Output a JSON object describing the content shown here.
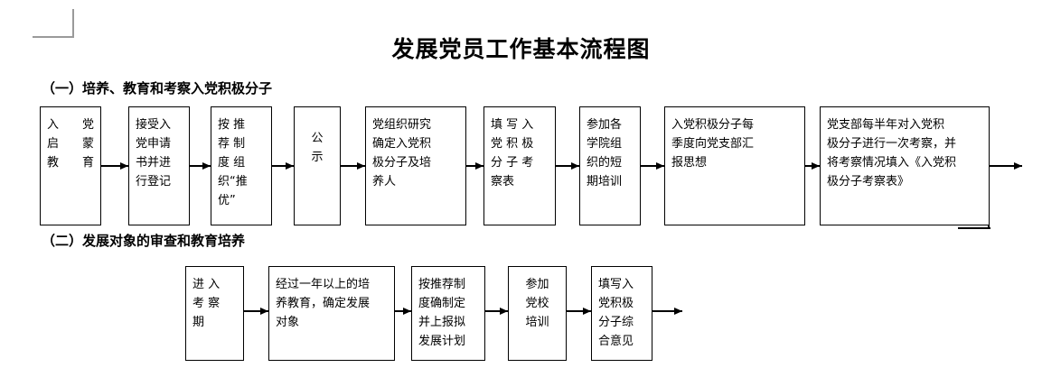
{
  "document": {
    "title": "发展党员工作基本流程图"
  },
  "sections": [
    {
      "heading": "（一）培养、教育和考察入党积极分子",
      "boxes": [
        {
          "text": "入 党\n启 蒙\n教 育",
          "spread": true
        },
        {
          "text": "接受入\n党申请\n书并进\n行登记",
          "spread": false
        },
        {
          "text": "按 推\n荐 制\n度 组\n织“推\n优”",
          "spread": false
        },
        {
          "text": "公\n示",
          "spread": false
        },
        {
          "text": "党组织研究\n确定入党积\n极分子及培\n养人",
          "spread": false
        },
        {
          "text": "填 写 入\n党 积 极\n分 子 考\n察表",
          "spread": false
        },
        {
          "text": "参加各\n学院组\n织的短\n期培训",
          "spread": false
        },
        {
          "text": "入党积极分子每\n季度向党支部汇\n报思想",
          "spread": false
        },
        {
          "text": "党支部每半年对入党积\n极分子进行一次考察，并\n将考察情况填入《入党积\n极分子考察表》",
          "spread": false
        }
      ]
    },
    {
      "heading": "（二）发展对象的审查和教育培养",
      "boxes": [
        {
          "text": "进 入\n考 察\n期",
          "spread": false
        },
        {
          "text": "经过一年以上的培\n养教育，确定发展\n对象",
          "spread": false
        },
        {
          "text": "按推荐制\n度确制定\n并上报拟\n发展计划",
          "spread": false
        },
        {
          "text": "参加\n党校\n培训",
          "spread": false
        },
        {
          "text": "填写入\n党积极\n分子综\n合意见",
          "spread": false
        }
      ]
    }
  ],
  "colors": {
    "stroke": "#000000",
    "background": "#ffffff",
    "crop_mark": "#9a9a9a"
  }
}
